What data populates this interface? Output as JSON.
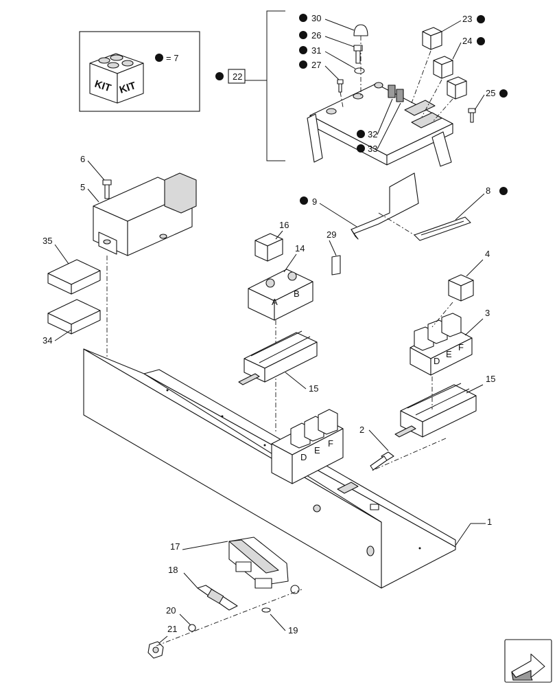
{
  "kit": {
    "word_left": "KIT",
    "word_right": "KIT",
    "legend_text": "= 7"
  },
  "callouts": {
    "c1": "1",
    "c2": "2",
    "c3": "3",
    "c4": "4",
    "c5": "5",
    "c6": "6",
    "c8": "8",
    "c9": "9",
    "c14": "14",
    "c15a": "15",
    "c15b": "15",
    "c16": "16",
    "c17": "17",
    "c18": "18",
    "c19": "19",
    "c20": "20",
    "c21": "21",
    "c22": "22",
    "c23": "23",
    "c24": "24",
    "c25": "25",
    "c26": "26",
    "c27": "27",
    "c29": "29",
    "c30": "30",
    "c31": "31",
    "c32": "32",
    "c33": "33",
    "c34": "34",
    "c35": "35"
  },
  "fuse_letters": {
    "a": "A",
    "b": "B",
    "d": "D",
    "e": "E",
    "f": "F"
  },
  "colors": {
    "line": "#111111",
    "shade": "#d9d9d9",
    "background": "#ffffff"
  },
  "icons": [
    "kit-box-icon",
    "kit-bullet-icon",
    "nav-arrow-icon"
  ]
}
